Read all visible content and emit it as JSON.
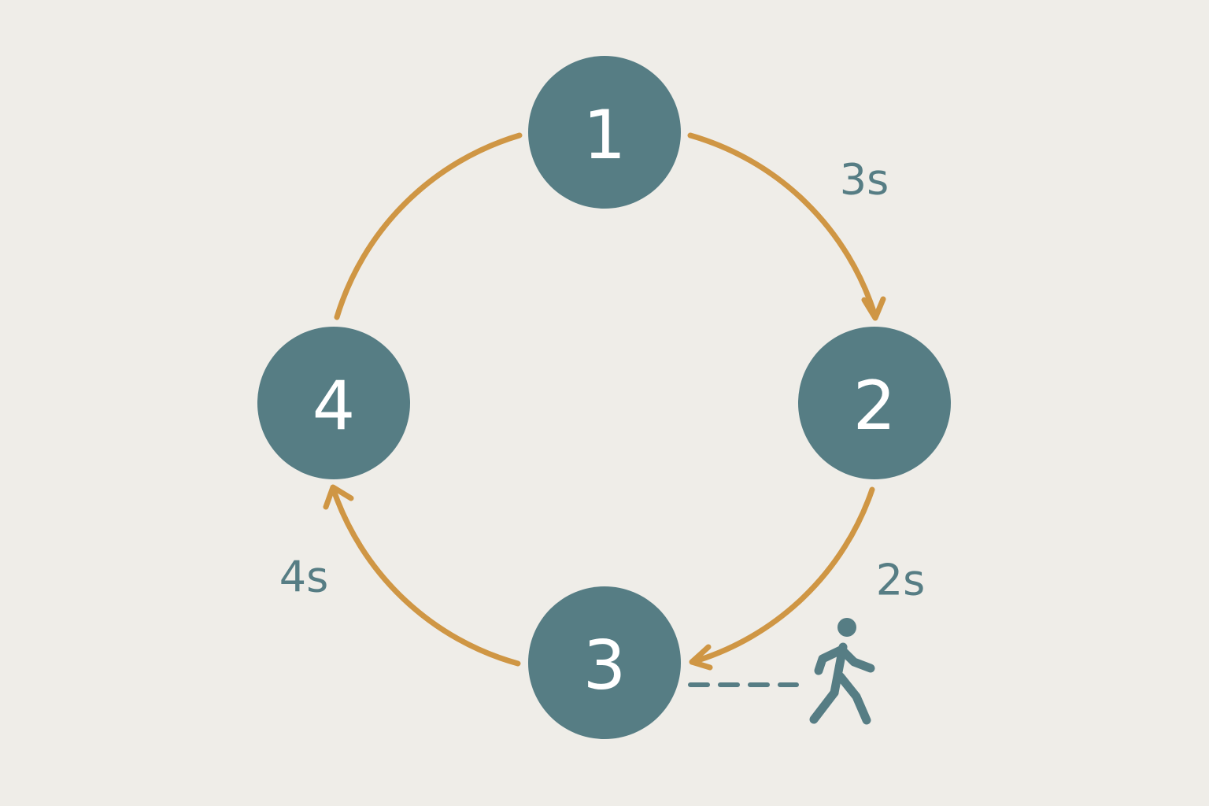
{
  "diagram": {
    "nodes": [
      {
        "id": "1",
        "label": "1"
      },
      {
        "id": "2",
        "label": "2"
      },
      {
        "id": "3",
        "label": "3"
      },
      {
        "id": "4",
        "label": "4"
      }
    ],
    "transitions": [
      {
        "from": "1",
        "to": "2",
        "duration": "3s"
      },
      {
        "from": "2",
        "to": "3",
        "duration": "2s"
      },
      {
        "from": "3",
        "to": "4",
        "duration": "4s"
      },
      {
        "from": "4",
        "to": "1",
        "duration": ""
      }
    ],
    "pedestrian": {
      "icon": "pedestrian-walking-icon",
      "connects_to": "3"
    },
    "colors": {
      "background": "#efede8",
      "node": "#567d84",
      "arrow": "#cf9644",
      "text": "#567d84"
    }
  }
}
